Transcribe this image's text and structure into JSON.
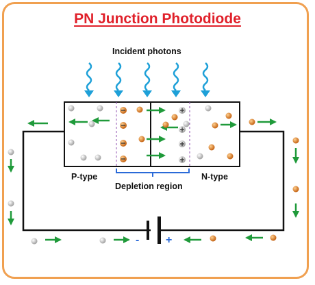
{
  "title": "PN Junction Photodiode",
  "labels": {
    "incident_photons": "Incident photons",
    "p_type": "P-type",
    "depletion_region": "Depletion region",
    "n_type": "N-type"
  },
  "battery": {
    "negative": "-",
    "positive": "+"
  },
  "colors": {
    "title": "#e0202a",
    "frame": "#f0a050",
    "photon": "#1ea0d8",
    "arrow": "#1f9a3a",
    "depletion_border": "#9050b0",
    "bracket": "#2a6ad8",
    "electron": "#e07818",
    "hole": "#bdbdbd",
    "battery_negative": "#2a6ad8",
    "battery_positive": "#e0202a"
  }
}
